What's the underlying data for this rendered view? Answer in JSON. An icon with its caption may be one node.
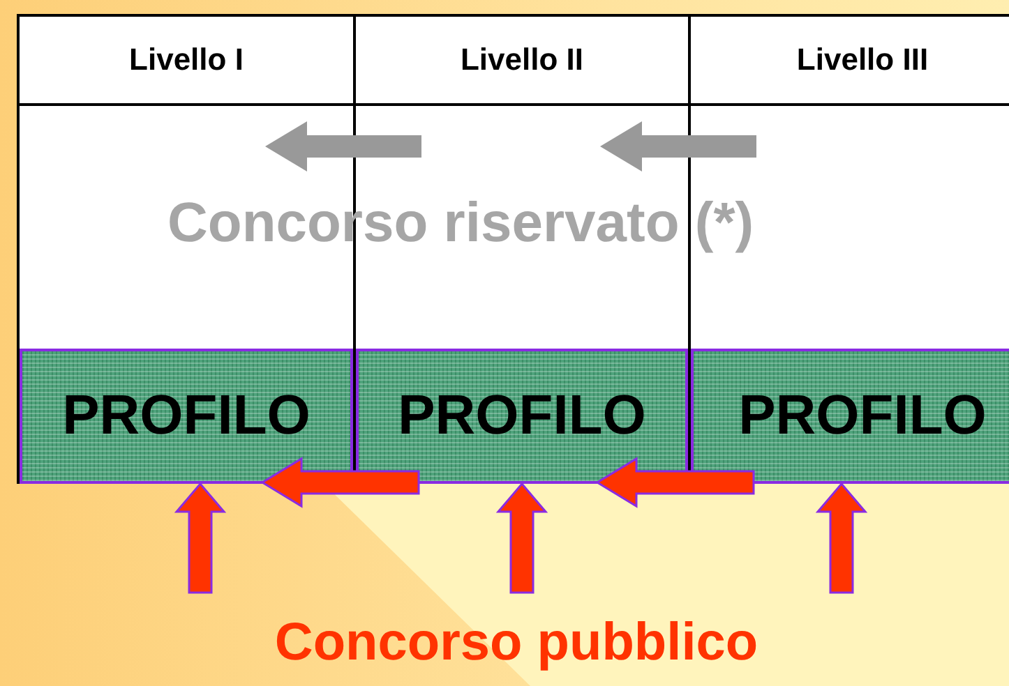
{
  "diagram": {
    "nodes": [
      {
        "text": [
          "Livello I"
        ]
      },
      {
        "text": [
          "Livello II"
        ]
      },
      {
        "text": [
          "Livello III"
        ]
      },
      {
        "text": [
          "PROFILO"
        ],
        "in": 0
      },
      {
        "text": [
          "PROFILO"
        ],
        "in": 1
      },
      {
        "text": [
          "PROFILO"
        ],
        "in": 2
      },
      {
        "text": [
          "Concorso pubblico"
        ]
      }
    ],
    "edges": [
      {
        "from": 1,
        "to": 0,
        "arrow": "to",
        "color": "#999999"
      },
      {
        "from": 2,
        "to": 1,
        "arrow": "to",
        "color": "#999999"
      },
      {
        "from": 4,
        "to": 3,
        "arrow": "to",
        "color": "#ff3300"
      },
      {
        "from": 5,
        "to": 4,
        "arrow": "to",
        "color": "#ff3300"
      },
      {
        "from": 6,
        "to": 3,
        "arrow": "to",
        "color": "#ff3300"
      },
      {
        "from": 6,
        "to": 4,
        "arrow": "to",
        "color": "#ff3300"
      },
      {
        "from": 6,
        "to": 5,
        "arrow": "to",
        "color": "#ff3300"
      }
    ],
    "labels": [
      "Concorso riservato (*)"
    ]
  }
}
